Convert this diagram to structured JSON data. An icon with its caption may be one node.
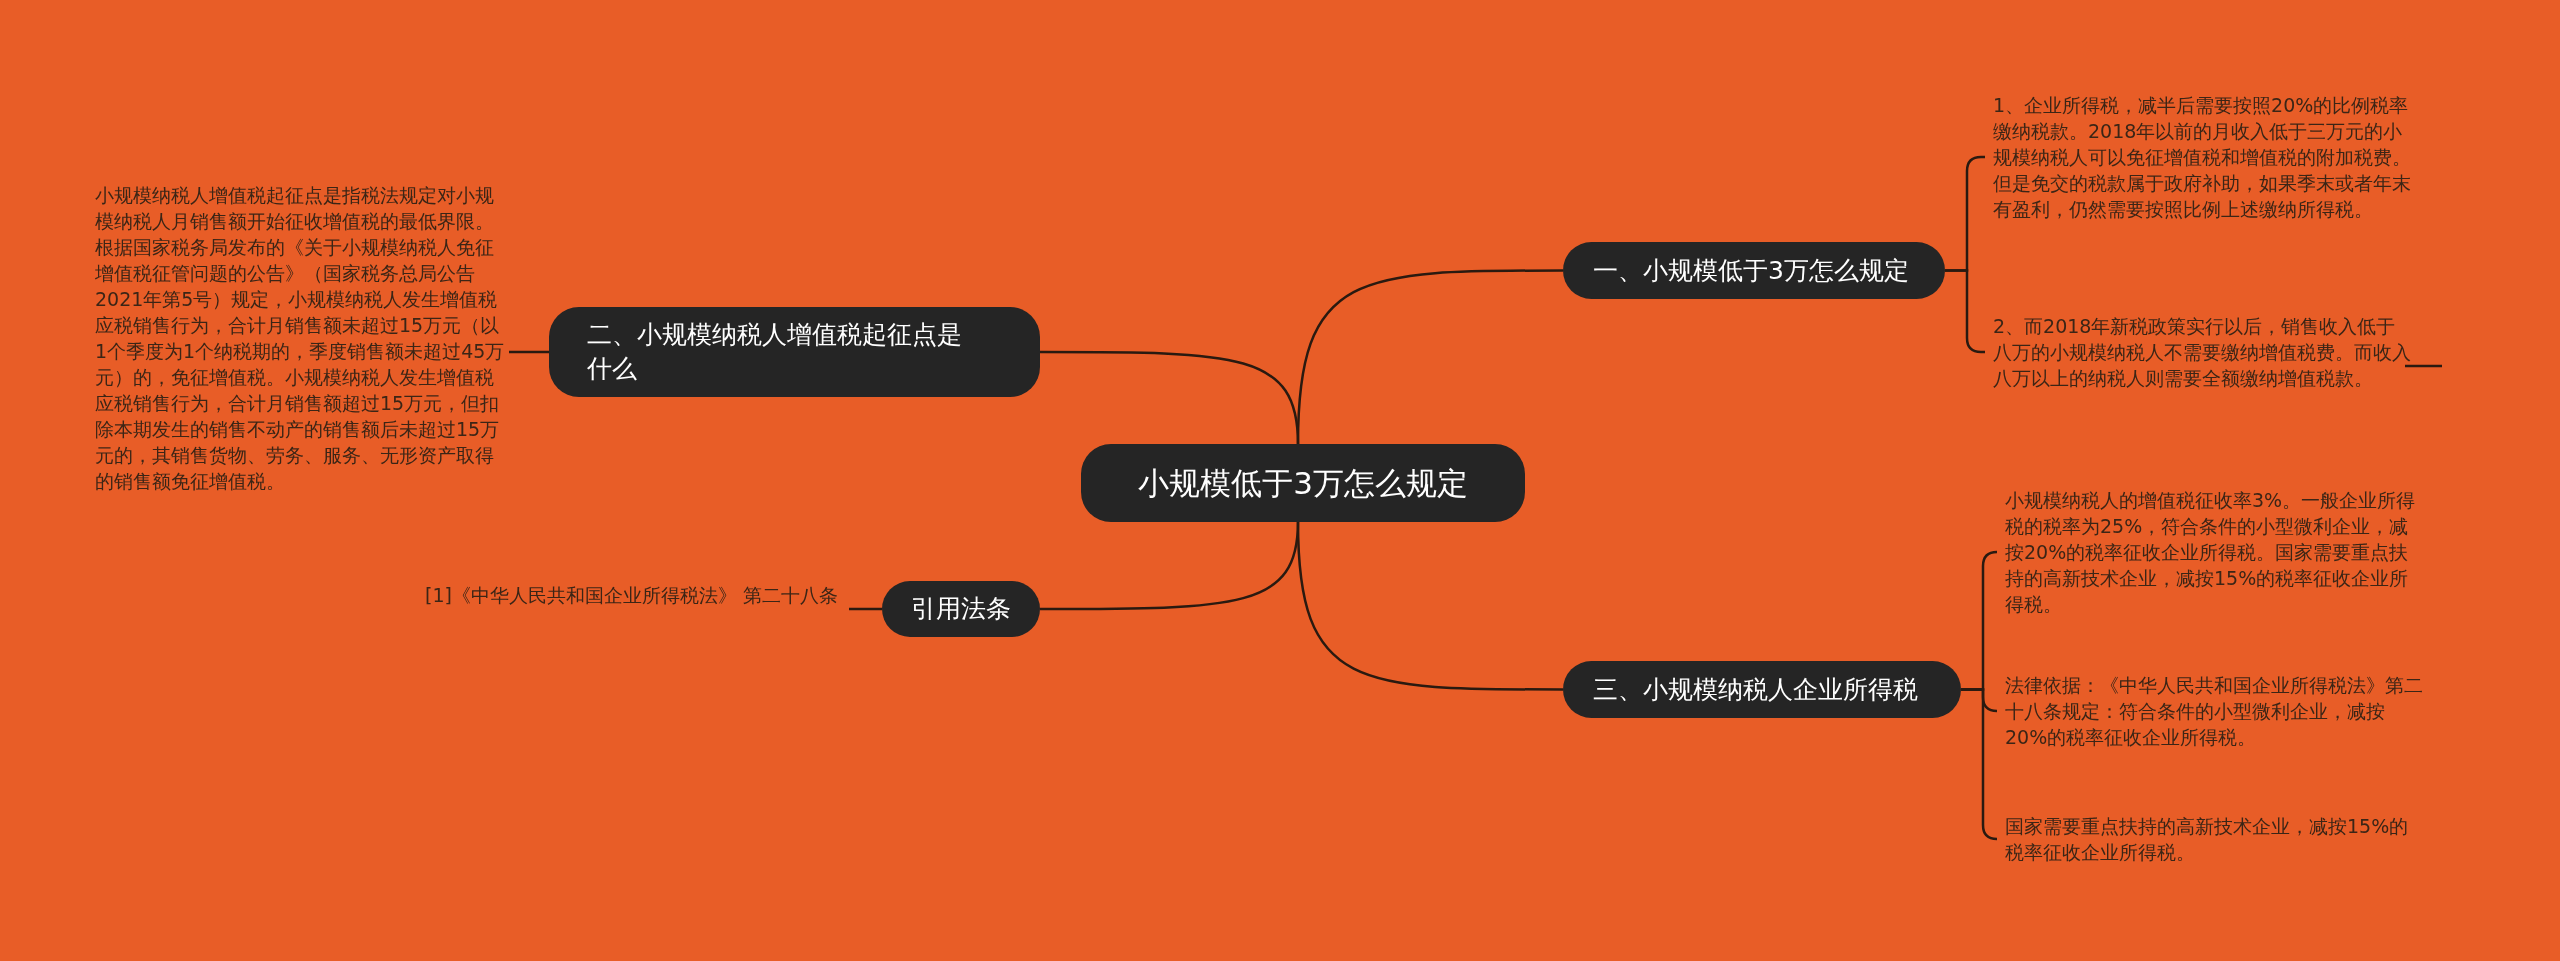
{
  "diagram": {
    "nodes": [
      {
        "text": [
          "小规模低于3万怎么规定"
        ]
      },
      {
        "text": [
          "一、小规模低于3万怎么规定"
        ]
      },
      {
        "text": [
          "1、企业所得税，减半后需要按照20%的比例税率缴纳税款。2018年以前的月收入低于三万元的小规模纳税人可以免征增值税和增值税的附加税费。但是免交的税款属于政府补助，如果季末或者年末有盈利，仍然需要按照比例上述缴纳所得税。"
        ]
      },
      {
        "text": [
          "2、而2018年新税政策实行以后，销售收入低于八万的小规模纳税人不需要缴纳增值税费。而收入八万以上的纳税人则需要全额缴纳增值税款。"
        ]
      },
      {
        "text": [
          "二、小规模纳税人增值税起征点是什么"
        ]
      },
      {
        "text": [
          "小规模纳税人增值税起征点是指税法规定对小规模纳税人月销售额开始征收增值税的最低界限。根据国家税务局发布的《关于小规模纳税人免征增值税征管问题的公告》（国家税务总局公告2021年第5号）规定，小规模纳税人发生增值税应税销售行为，合计月销售额未超过15万元（以1个季度为1个纳税期的，季度销售额未超过45万元）的，免征增值税。小规模纳税人发生增值税应税销售行为，合计月销售额超过15万元，但扣除本期发生的销售不动产的销售额后未超过15万元的，其销售货物、劳务、服务、无形资产取得的销售额免征增值税。"
        ]
      },
      {
        "text": [
          "引用法条"
        ]
      },
      {
        "text": [
          "[1]《中华人民共和国企业所得税法》 第二十八条"
        ]
      },
      {
        "text": [
          "三、小规模纳税人企业所得税"
        ]
      },
      {
        "text": [
          "小规模纳税人的增值税征收率3%。一般企业所得税的税率为25%，符合条件的小型微利企业，减按20%的税率征收企业所得税。国家需要重点扶持的高新技术企业，减按15%的税率征收企业所得税。"
        ]
      },
      {
        "text": [
          "法律依据：《中华人民共和国企业所得税法》第二十八条规定：符合条件的小型微利企业，减按20%的税率征收企业所得税。"
        ]
      },
      {
        "text": [
          "国家需要重点扶持的高新技术企业，减按15%的税率征收企业所得税。"
        ]
      }
    ],
    "edges": [
      {
        "from": 0,
        "to": 1,
        "arrow": "none"
      },
      {
        "from": 1,
        "to": 2,
        "arrow": "none"
      },
      {
        "from": 1,
        "to": 3,
        "arrow": "none"
      },
      {
        "from": 0,
        "to": 4,
        "arrow": "none"
      },
      {
        "from": 4,
        "to": 5,
        "arrow": "none"
      },
      {
        "from": 0,
        "to": 6,
        "arrow": "none"
      },
      {
        "from": 6,
        "to": 7,
        "arrow": "none"
      },
      {
        "from": 0,
        "to": 8,
        "arrow": "none"
      },
      {
        "from": 8,
        "to": 9,
        "arrow": "none"
      },
      {
        "from": 8,
        "to": 10,
        "arrow": "none"
      },
      {
        "from": 8,
        "to": 11,
        "arrow": "none"
      }
    ]
  }
}
